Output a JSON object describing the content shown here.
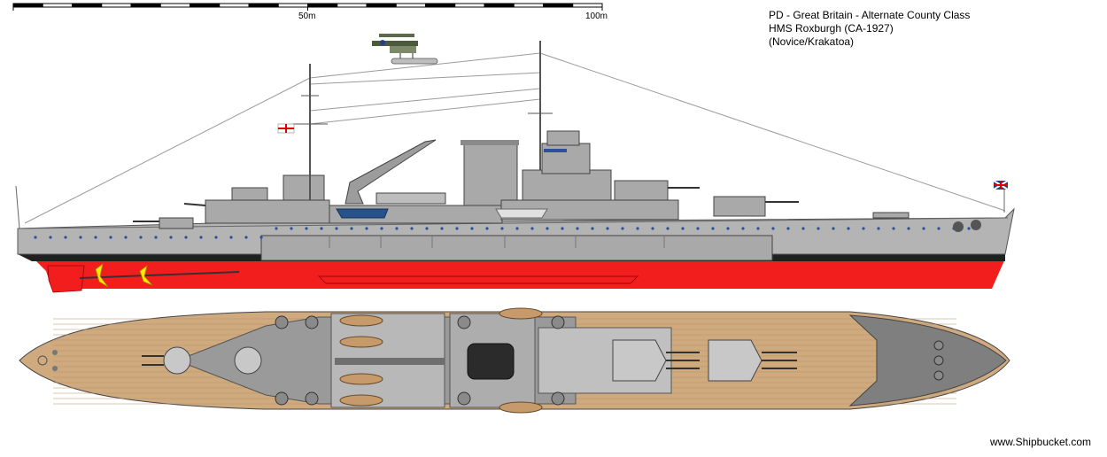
{
  "scale": {
    "label_50": "50m",
    "label_100": "100m"
  },
  "caption": {
    "line1": "PD - Great Britain - Alternate County Class",
    "line2": "HMS Roxburgh (CA-1927)",
    "line3": "(Novice/Krakatoa)"
  },
  "credit": "www.Shipbucket.com",
  "colors": {
    "hull_grey": "#b4b4b4",
    "superstructure_grey": "#a9a9a9",
    "waterline_black": "#202020",
    "antifouling_red": "#f21e1e",
    "deck_wood": "#cfaa7e",
    "deck_steel": "#8c8c8c",
    "porthole_blue": "#2f4f9e",
    "boat_blue": "#27528a",
    "prop_yellow": "#ffe800"
  },
  "icons": {
    "aircraft": "seaplane-icon",
    "flag_stern": "white-ensign-icon",
    "flag_bow": "union-jack-icon"
  }
}
